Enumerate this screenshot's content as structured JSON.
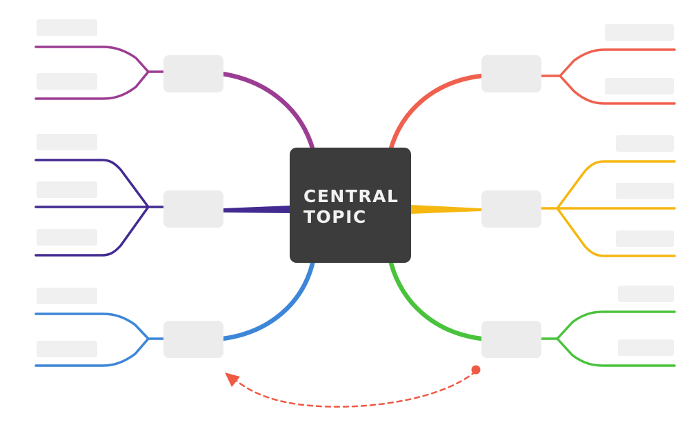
{
  "central_topic": {
    "label": "CENTRAL TOPIC"
  },
  "branches": [
    {
      "id": "top-left",
      "color": "#9b3d92",
      "leaf_count": 2
    },
    {
      "id": "middle-left",
      "color": "#432a91",
      "leaf_count": 3
    },
    {
      "id": "bottom-left",
      "color": "#3d86d8",
      "leaf_count": 2
    },
    {
      "id": "top-right",
      "color": "#f0604f",
      "leaf_count": 2
    },
    {
      "id": "middle-right",
      "color": "#f5b710",
      "leaf_count": 3
    },
    {
      "id": "bottom-right",
      "color": "#4ac33c",
      "leaf_count": 2
    }
  ],
  "colors": {
    "central_fill": "#3c3c3c",
    "central_text": "#f2f2f2",
    "placeholder_fill": "#ececec",
    "label_placeholder_fill": "#f0f0f0",
    "cycle_arrow": "#ef5a44"
  },
  "cycle_arrow": {
    "direction": "clockwise",
    "style": "dashed"
  }
}
